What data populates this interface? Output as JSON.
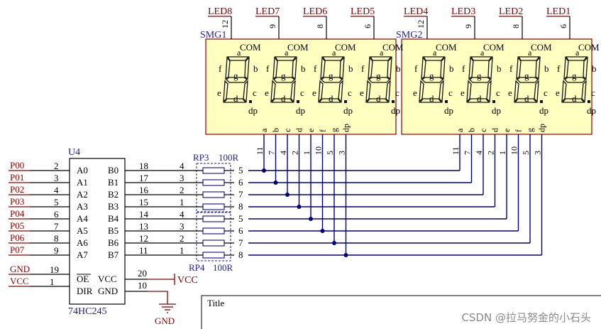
{
  "display_groups": [
    {
      "ref": "SMG1",
      "leds": [
        "LED8",
        "LED7",
        "LED6",
        "LED5"
      ],
      "com_pins": [
        "12",
        "9",
        "8",
        "6"
      ]
    },
    {
      "ref": "SMG2",
      "leds": [
        "LED4",
        "LED3",
        "LED2",
        "LED1"
      ],
      "com_pins": [
        "12",
        "9",
        "8",
        "6"
      ]
    }
  ],
  "digit_labels": {
    "com": "COM",
    "a": "a",
    "b": "b",
    "c": "c",
    "d": "d",
    "e": "e",
    "f": "f",
    "g": "g",
    "dp": "dp"
  },
  "segment_pins": [
    {
      "name": "a",
      "pin": "11"
    },
    {
      "name": "b",
      "pin": "7"
    },
    {
      "name": "c",
      "pin": "4"
    },
    {
      "name": "d",
      "pin": "2"
    },
    {
      "name": "e",
      "pin": "1"
    },
    {
      "name": "f",
      "pin": "10"
    },
    {
      "name": "g",
      "pin": "5"
    },
    {
      "name": "dp",
      "pin": "3"
    }
  ],
  "chip": {
    "ref": "U4",
    "part": "74HC245",
    "ports": [
      {
        "net": "P00",
        "pin_a": "2",
        "a": "A0",
        "b": "B0",
        "pin_b": "18"
      },
      {
        "net": "P01",
        "pin_a": "3",
        "a": "A1",
        "b": "B1",
        "pin_b": "17"
      },
      {
        "net": "P02",
        "pin_a": "4",
        "a": "A2",
        "b": "B2",
        "pin_b": "16"
      },
      {
        "net": "P03",
        "pin_a": "5",
        "a": "A3",
        "b": "B3",
        "pin_b": "15"
      },
      {
        "net": "P04",
        "pin_a": "6",
        "a": "A4",
        "b": "B4",
        "pin_b": "14"
      },
      {
        "net": "P05",
        "pin_a": "7",
        "a": "A5",
        "b": "B5",
        "pin_b": "13"
      },
      {
        "net": "P06",
        "pin_a": "8",
        "a": "A6",
        "b": "B6",
        "pin_b": "12"
      },
      {
        "net": "P07",
        "pin_a": "9",
        "a": "A7",
        "b": "B7",
        "pin_b": "11"
      }
    ],
    "ctrl": [
      {
        "net": "GND",
        "pin": "19",
        "label": "OE"
      },
      {
        "net": "VCC",
        "pin": "1",
        "label": "DIR"
      }
    ],
    "vcc_label": "VCC",
    "vcc_pin": "20",
    "gnd_label": "GND",
    "gnd_pin": "10"
  },
  "power": {
    "vcc": "VCC",
    "gnd": "GND"
  },
  "resistors": [
    {
      "ref": "RP3",
      "value": "100R"
    },
    {
      "ref": "RP4",
      "value": "100R"
    }
  ],
  "rp_left_pins": [
    "4",
    "3",
    "2",
    "1",
    "4",
    "3",
    "2",
    "1"
  ],
  "rp_right_pins": [
    "5",
    "6",
    "7",
    "8",
    "5",
    "6",
    "7",
    "8"
  ],
  "title_block": {
    "title_label": "Title"
  },
  "watermark": "CSDN @拉马努金的小石头"
}
